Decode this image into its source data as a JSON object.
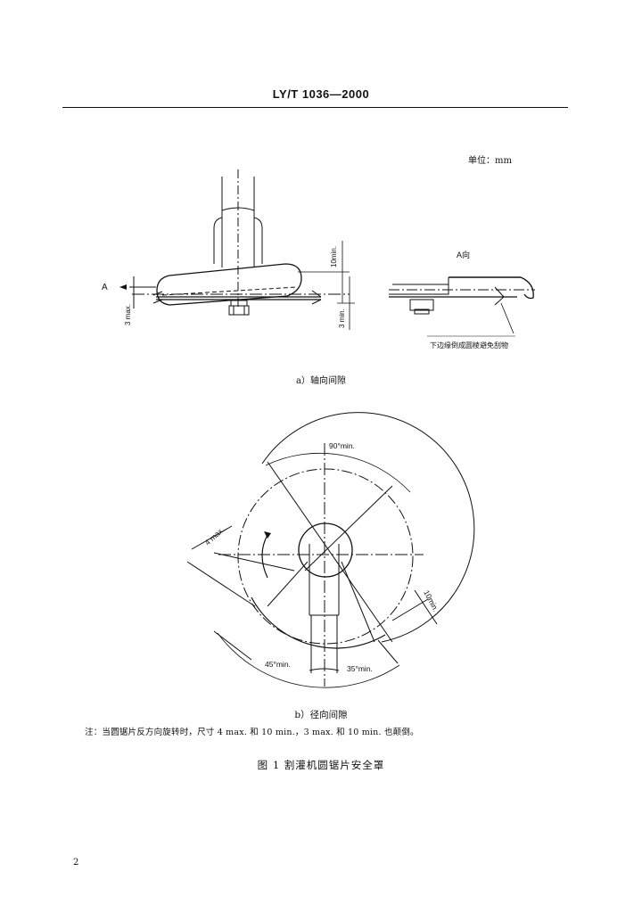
{
  "header": {
    "standard": "LY/T 1036—2000"
  },
  "unit_label": "单位：mm",
  "figure_a": {
    "caption": "a）轴向间隙",
    "view_label": "A向",
    "arrow_label": "A",
    "dim_10min": "10min.",
    "dim_3max": "3 max.",
    "dim_3min": "3 min.",
    "edge_note": "下边缘倒成圆棱避免刮物"
  },
  "figure_b": {
    "caption": "b）径向间隙",
    "angle_90": "90°min.",
    "angle_45": "45°min.",
    "angle_35": "35°min.",
    "dim_4max": "4 max.",
    "dim_10min": "10min."
  },
  "note": "注：当圆锯片反方向旋转时，尺寸 4 max. 和 10 min.，3 max. 和 10 min. 也颠倒。",
  "figure_title": "图 1   割灌机圆锯片安全罩",
  "page_number": "2"
}
